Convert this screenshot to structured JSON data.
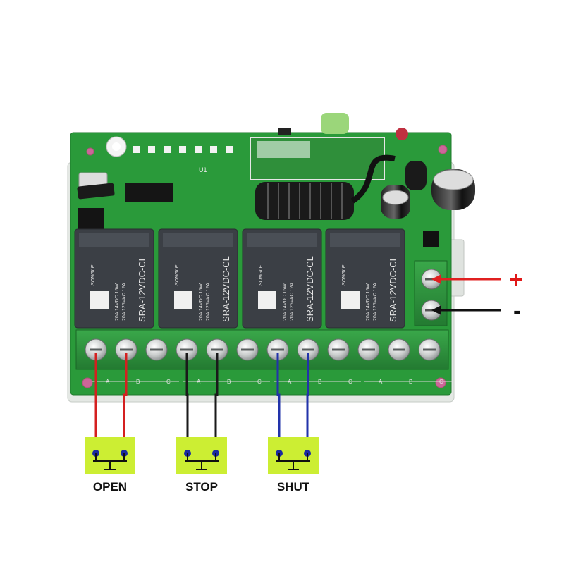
{
  "power": {
    "plus_label": "+",
    "minus_label": "-",
    "plus_wire_color": "#e02020",
    "minus_wire_color": "#111111"
  },
  "board": {
    "pcb_color": "#2a9a3a",
    "enclosure_color": "#e4e8e4",
    "relay_color": "#3b3f45",
    "relays": [
      {
        "model": "SRA-12VDC-CL",
        "rating_1": "20A 14VDC 15W",
        "rating_2": "20A 125VAC 12A"
      },
      {
        "model": "SRA-12VDC-CL",
        "rating_1": "20A 14VDC 15W",
        "rating_2": "20A 125VAC 12A"
      },
      {
        "model": "SRA-12VDC-CL",
        "rating_1": "20A 14VDC 15W",
        "rating_2": "20A 125VAC 12A"
      },
      {
        "model": "SRA-12VDC-CL",
        "rating_1": "20A 14VDC 15W",
        "rating_2": "20A 125VAC 12A"
      }
    ],
    "relay_brand": "SONGLE",
    "chip_label": "U1",
    "terminal_groups": [
      {
        "a": "A",
        "b": "B",
        "c": "C"
      },
      {
        "a": "A",
        "b": "B",
        "c": "C"
      },
      {
        "a": "A",
        "b": "B",
        "c": "C"
      },
      {
        "a": "A",
        "b": "B",
        "c": "C"
      }
    ]
  },
  "switches": [
    {
      "label": "OPEN",
      "wire_color": "#d42020"
    },
    {
      "label": "STOP",
      "wire_color": "#1a1a1a"
    },
    {
      "label": "SHUT",
      "wire_color": "#2233aa"
    }
  ],
  "switch_box_color": "#ccee33",
  "contact_color": "#1a2aa0"
}
